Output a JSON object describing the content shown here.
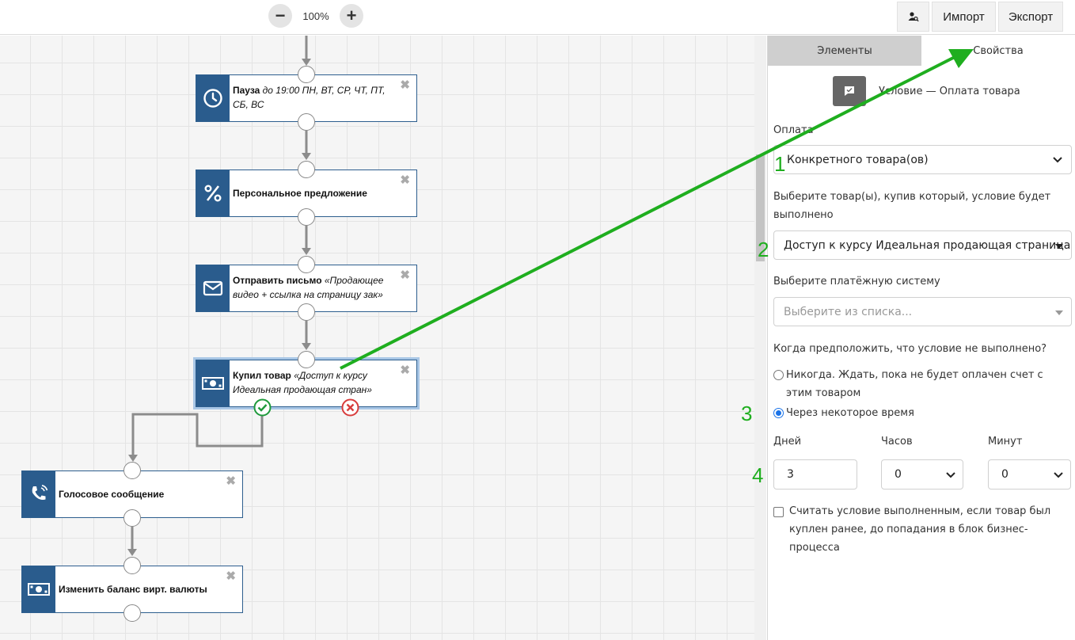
{
  "toolbar": {
    "zoom_out": "−",
    "zoom_level": "100%",
    "zoom_in": "+",
    "import_label": "Импорт",
    "export_label": "Экспорт"
  },
  "blocks": {
    "pause": {
      "title": "Пауза",
      "detail": "до 19:00 ПН, ВТ, СР, ЧТ, ПТ, СБ, ВС",
      "icon": "clock-icon"
    },
    "offer": {
      "title": "Персональное предложение",
      "icon": "percent-icon"
    },
    "email": {
      "title": "Отправить письмо",
      "detail": "«Продающее видео + ссылка на страницу зак»",
      "icon": "envelope-icon"
    },
    "purchase": {
      "title": "Купил товар",
      "detail": "«Доступ к курсу Идеальная продающая стран»",
      "icon": "money-icon"
    },
    "voice": {
      "title": "Голосовое сообщение",
      "icon": "phone-icon"
    },
    "balance": {
      "title": "Изменить баланс вирт. валюты",
      "icon": "money-icon"
    },
    "close_glyph": "✖"
  },
  "panel": {
    "tab_elements": "Элементы",
    "tab_properties": "Свойства",
    "condition_title": "Условие — Оплата товара",
    "payment_label": "Оплата",
    "payment_value": "Конкретного товара(ов)",
    "product_label": "Выберите товар(ы), купив который, условие будет выполнено",
    "product_value": "Доступ к курсу Идеальная продающая страница",
    "pay_system_label": "Выберите платёжную систему",
    "pay_system_placeholder": "Выберите из списка...",
    "not_met_label": "Когда предположить, что условие не выполнено?",
    "radio_never": "Никогда. Ждать, пока не будет оплачен счет с этим товаром",
    "radio_after_time": "Через некоторое время",
    "days_label": "Дней",
    "hours_label": "Часов",
    "minutes_label": "Минут",
    "days_value": "3",
    "hours_value": "0",
    "minutes_value": "0",
    "checkbox_label": "Считать условие выполненным, если товар был куплен ранее, до попадания в блок бизнес-процесса"
  },
  "annotations": {
    "n1": "1",
    "n2": "2",
    "n3": "3",
    "n4": "4"
  },
  "colors": {
    "block_icon_bg": "#2a5c8d",
    "annotation": "#1fae1f",
    "yes_port": "#1f9a3c",
    "no_port": "#d83c3c"
  }
}
